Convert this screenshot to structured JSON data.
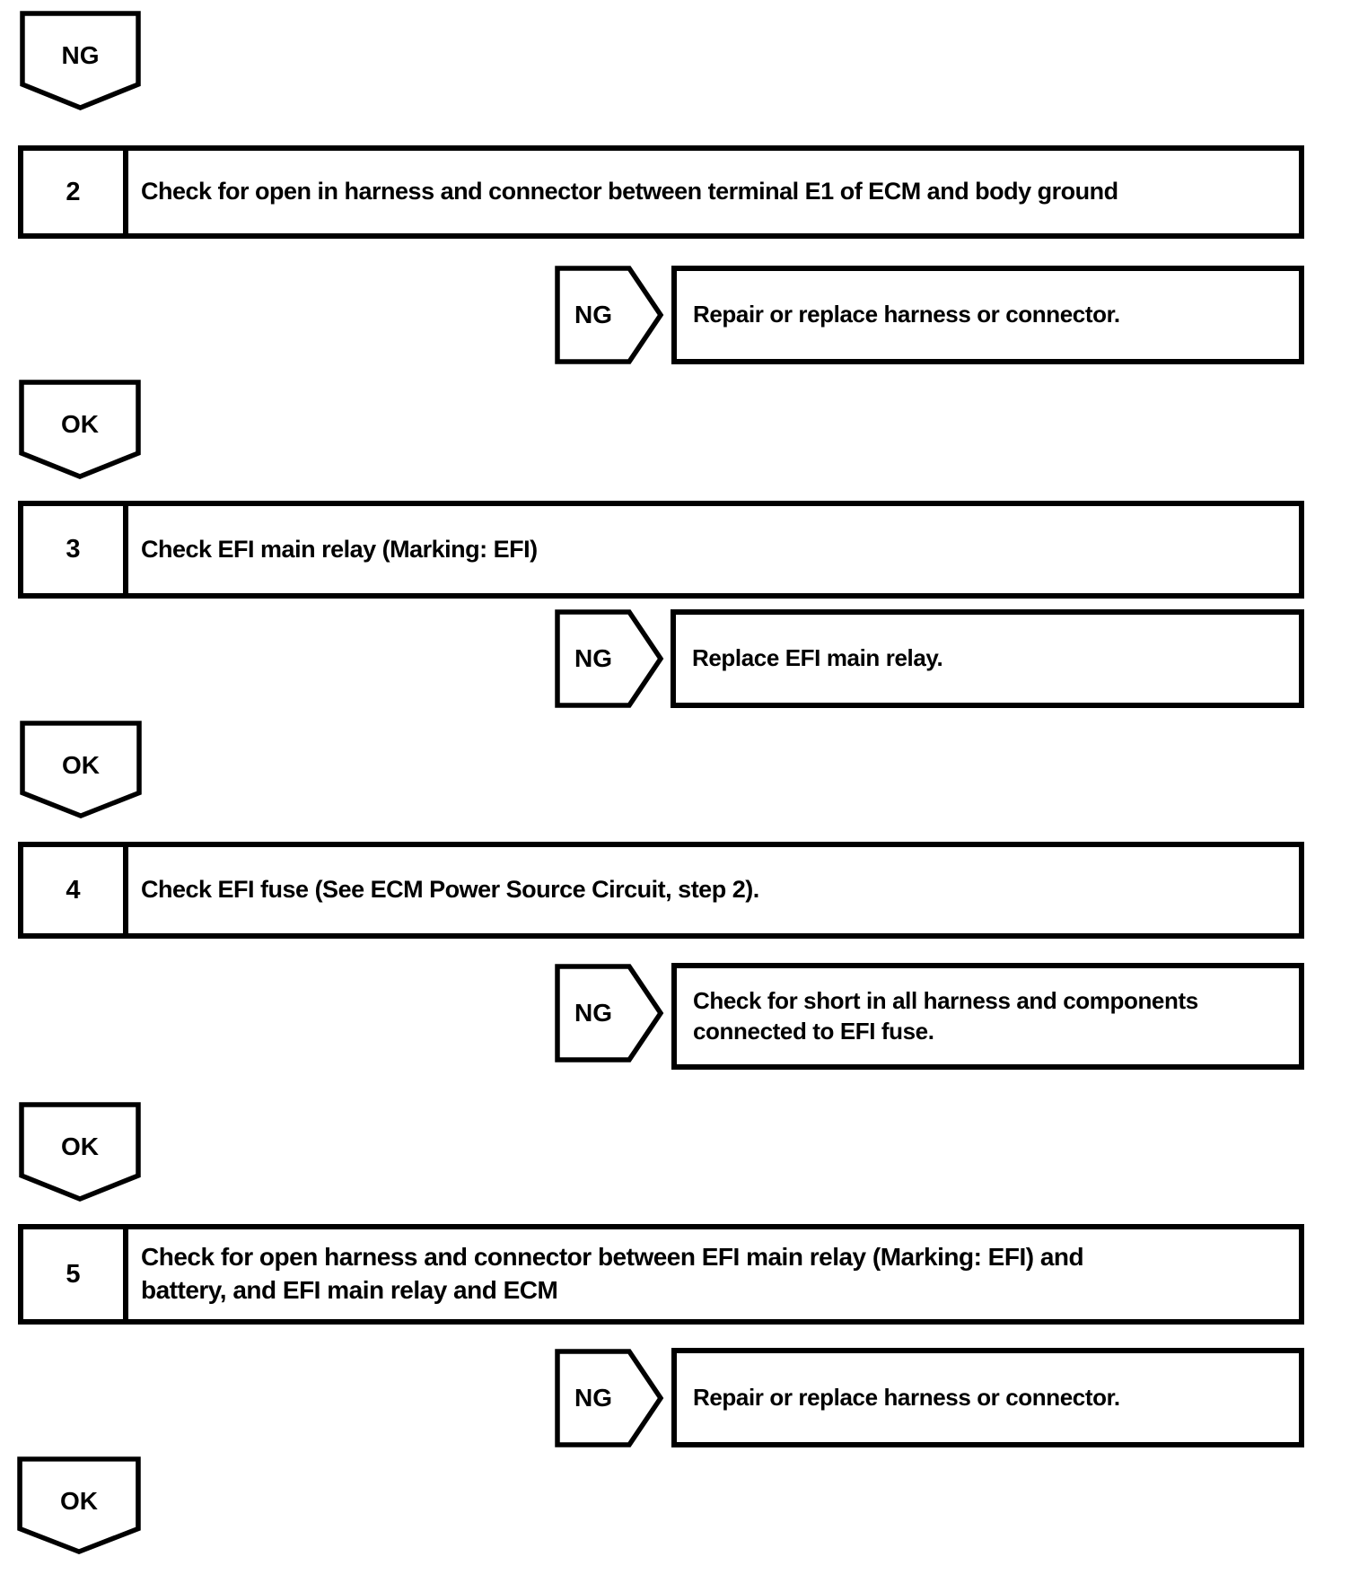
{
  "page": {
    "paper_color": "#ffffff",
    "ink_color": "#000000"
  },
  "flowchart": {
    "entry_flag": {
      "label": "NG"
    },
    "steps": [
      {
        "number": "2",
        "text": "Check for open in harness and connector between terminal E1 of ECM and body ground",
        "ng_label": "NG",
        "ng_result": "Repair or replace harness or connector.",
        "ok_label": "OK"
      },
      {
        "number": "3",
        "text": "Check EFI main relay (Marking: EFI)",
        "ng_label": "NG",
        "ng_result": "Replace EFI main relay.",
        "ok_label": "OK"
      },
      {
        "number": "4",
        "text": "Check EFI fuse (See ECM Power Source Circuit, step 2).",
        "ng_label": "NG",
        "ng_result": "Check for short in all harness and components connected to EFI fuse.",
        "ok_label": "OK"
      },
      {
        "number": "5",
        "text": "Check for open harness and connector between EFI main relay (Marking: EFI) and battery, and EFI main relay and ECM",
        "ng_label": "NG",
        "ng_result": "Repair or replace harness or connector.",
        "ok_label": "OK"
      }
    ]
  }
}
